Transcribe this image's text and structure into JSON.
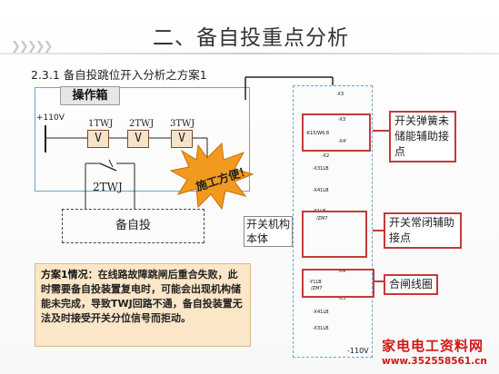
{
  "slide": {
    "title": "二、备自投重点分析",
    "subtitle": "2.3.1  备自投跳位开入分析之方案1"
  },
  "left_diagram": {
    "box_label": "操作箱",
    "supply": "+110V",
    "relays": [
      {
        "name": "1TWJ",
        "coil": "V"
      },
      {
        "name": "2TWJ",
        "coil": "V"
      },
      {
        "name": "3TWJ",
        "coil": "V"
      }
    ],
    "contact": "2TWJ",
    "device": "备自投",
    "burst_text": "施工方便！"
  },
  "right_diagram": {
    "mech_label": "开关机构本体",
    "bottom_supply": "-110V",
    "terminal_labels": [
      "-X3",
      "-X3",
      "-K15/W6.8",
      "-X4'",
      "-X2",
      "-X31LB",
      "-X41LB",
      "-S1LB",
      "/ZM7",
      "-X4'",
      "-Y1LB",
      "/ZM7",
      "-X3'",
      "-X41LB",
      "-X31LB"
    ],
    "callouts": [
      {
        "text": "开关弹簧未储能辅助接点"
      },
      {
        "text": "开关常闭辅助接点"
      },
      {
        "text": "合闸线圈"
      }
    ]
  },
  "note": {
    "lead": "方案1情况：",
    "body": "在线路故障跳闸后重合失败，此时需要备自投装置复电时，可能会出现机构储能未完成，导致TWJ回路不通，备自投装置无法及时接受开关分位信号而拒动。"
  },
  "watermark": {
    "line1": "家电电工资料网",
    "line2": "www.352558561.cn"
  },
  "colors": {
    "accent_red": "#c43a3a",
    "coil_fill": "#f5e4c8",
    "note_bg": "#fbe6c8",
    "frame_blue": "#6fa3c8",
    "burst_fill": "#f29a1f",
    "watermark": "#d01818"
  }
}
